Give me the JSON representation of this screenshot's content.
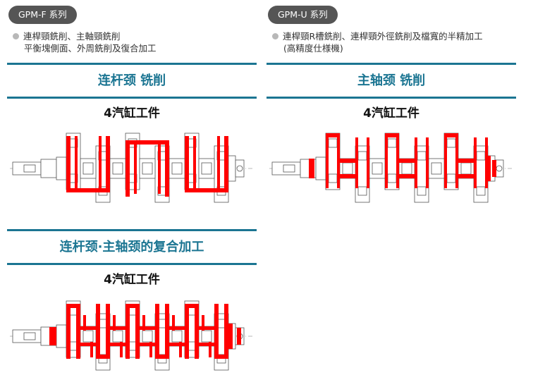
{
  "left": {
    "badge": "GPM-F 系列",
    "desc_line1": "連桿頸銑削、主軸頸銑削",
    "desc_line2": "平衡塊側面、外周銑削及復合加工",
    "section1": {
      "title": "连杆颈 铣削",
      "subtitle": "4汽缸工件"
    },
    "section2": {
      "title": "连杆颈·主轴颈的复合加工",
      "subtitle": "4汽缸工件"
    }
  },
  "right": {
    "badge": "GPM-U 系列",
    "desc_line1": "連桿頸R槽銑削、連桿頸外徑銑削及檔寬的半精加工",
    "desc_line2": "(高精度仕様機)",
    "section1": {
      "title": "主轴颈 铣削",
      "subtitle": "4汽缸工件"
    }
  },
  "colors": {
    "accent": "#1b7592",
    "highlight": "#ff0000",
    "badge": "#555555"
  }
}
